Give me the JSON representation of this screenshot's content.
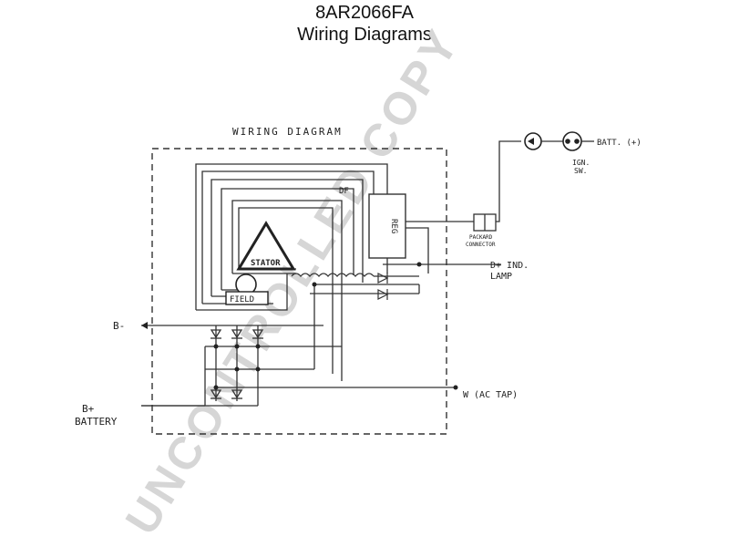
{
  "header": {
    "part_number": "8AR2066FA",
    "subtitle": "Wiring Diagrams"
  },
  "diagram": {
    "heading": "WIRING DIAGRAM",
    "labels": {
      "df": "DF",
      "reg": "REG",
      "stator": "STATOR",
      "field": "FIELD",
      "b_minus": "B-",
      "b_plus": "B+",
      "battery": "BATTERY",
      "batt_plus": "BATT. (+)",
      "ign_line1": "IGN.",
      "ign_line2": "SW.",
      "packard_line1": "PACKARD",
      "packard_line2": "CONNECTOR",
      "d_plus_line1": "D+ IND.",
      "d_plus_line2": "LAMP",
      "w_ac_tap": "W (AC TAP)"
    }
  },
  "watermark": {
    "text": "UNCONTROLLED COPY",
    "color": "#d6d6d6"
  }
}
